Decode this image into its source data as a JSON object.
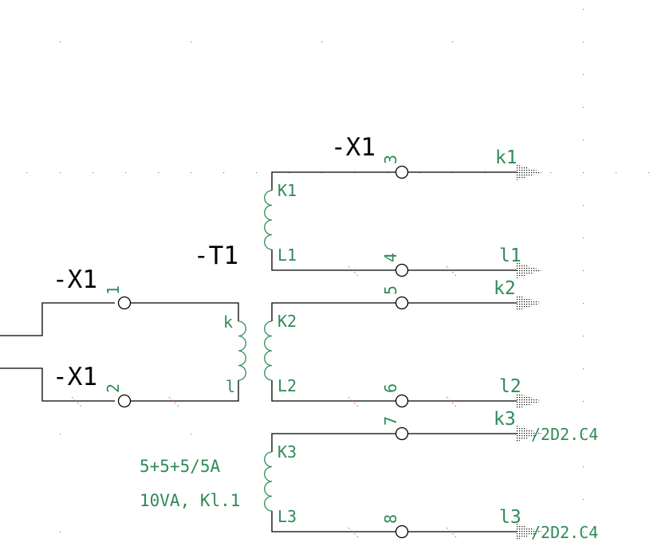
{
  "refs": {
    "x1_top": "-X1",
    "x1_pin1": "-X1",
    "x1_pin2": "-X1",
    "t1": "-T1"
  },
  "primary": {
    "terminal_a": "1",
    "terminal_b": "2",
    "pin_k": "k",
    "pin_l": "l"
  },
  "secondaries": [
    {
      "start": "K1",
      "end": "L1",
      "term_top": "3",
      "term_bottom": "4",
      "sig_top": "k1",
      "sig_bottom": "l1"
    },
    {
      "start": "K2",
      "end": "L2",
      "term_top": "5",
      "term_bottom": "6",
      "sig_top": "k2",
      "sig_bottom": "l2"
    },
    {
      "start": "K3",
      "end": "L3",
      "term_top": "7",
      "term_bottom": "8",
      "sig_top": "k3",
      "sig_bottom": "l3"
    }
  ],
  "cross_refs": {
    "k3": "/2D2.C4",
    "l3": "/2D2.C4"
  },
  "spec": {
    "ratio": "5+5+5/5A",
    "rating": "10VA, Kl.1"
  },
  "colors": {
    "wire": "#000000",
    "annotation": "#2e8b57",
    "dimension": "#e06a6a"
  }
}
